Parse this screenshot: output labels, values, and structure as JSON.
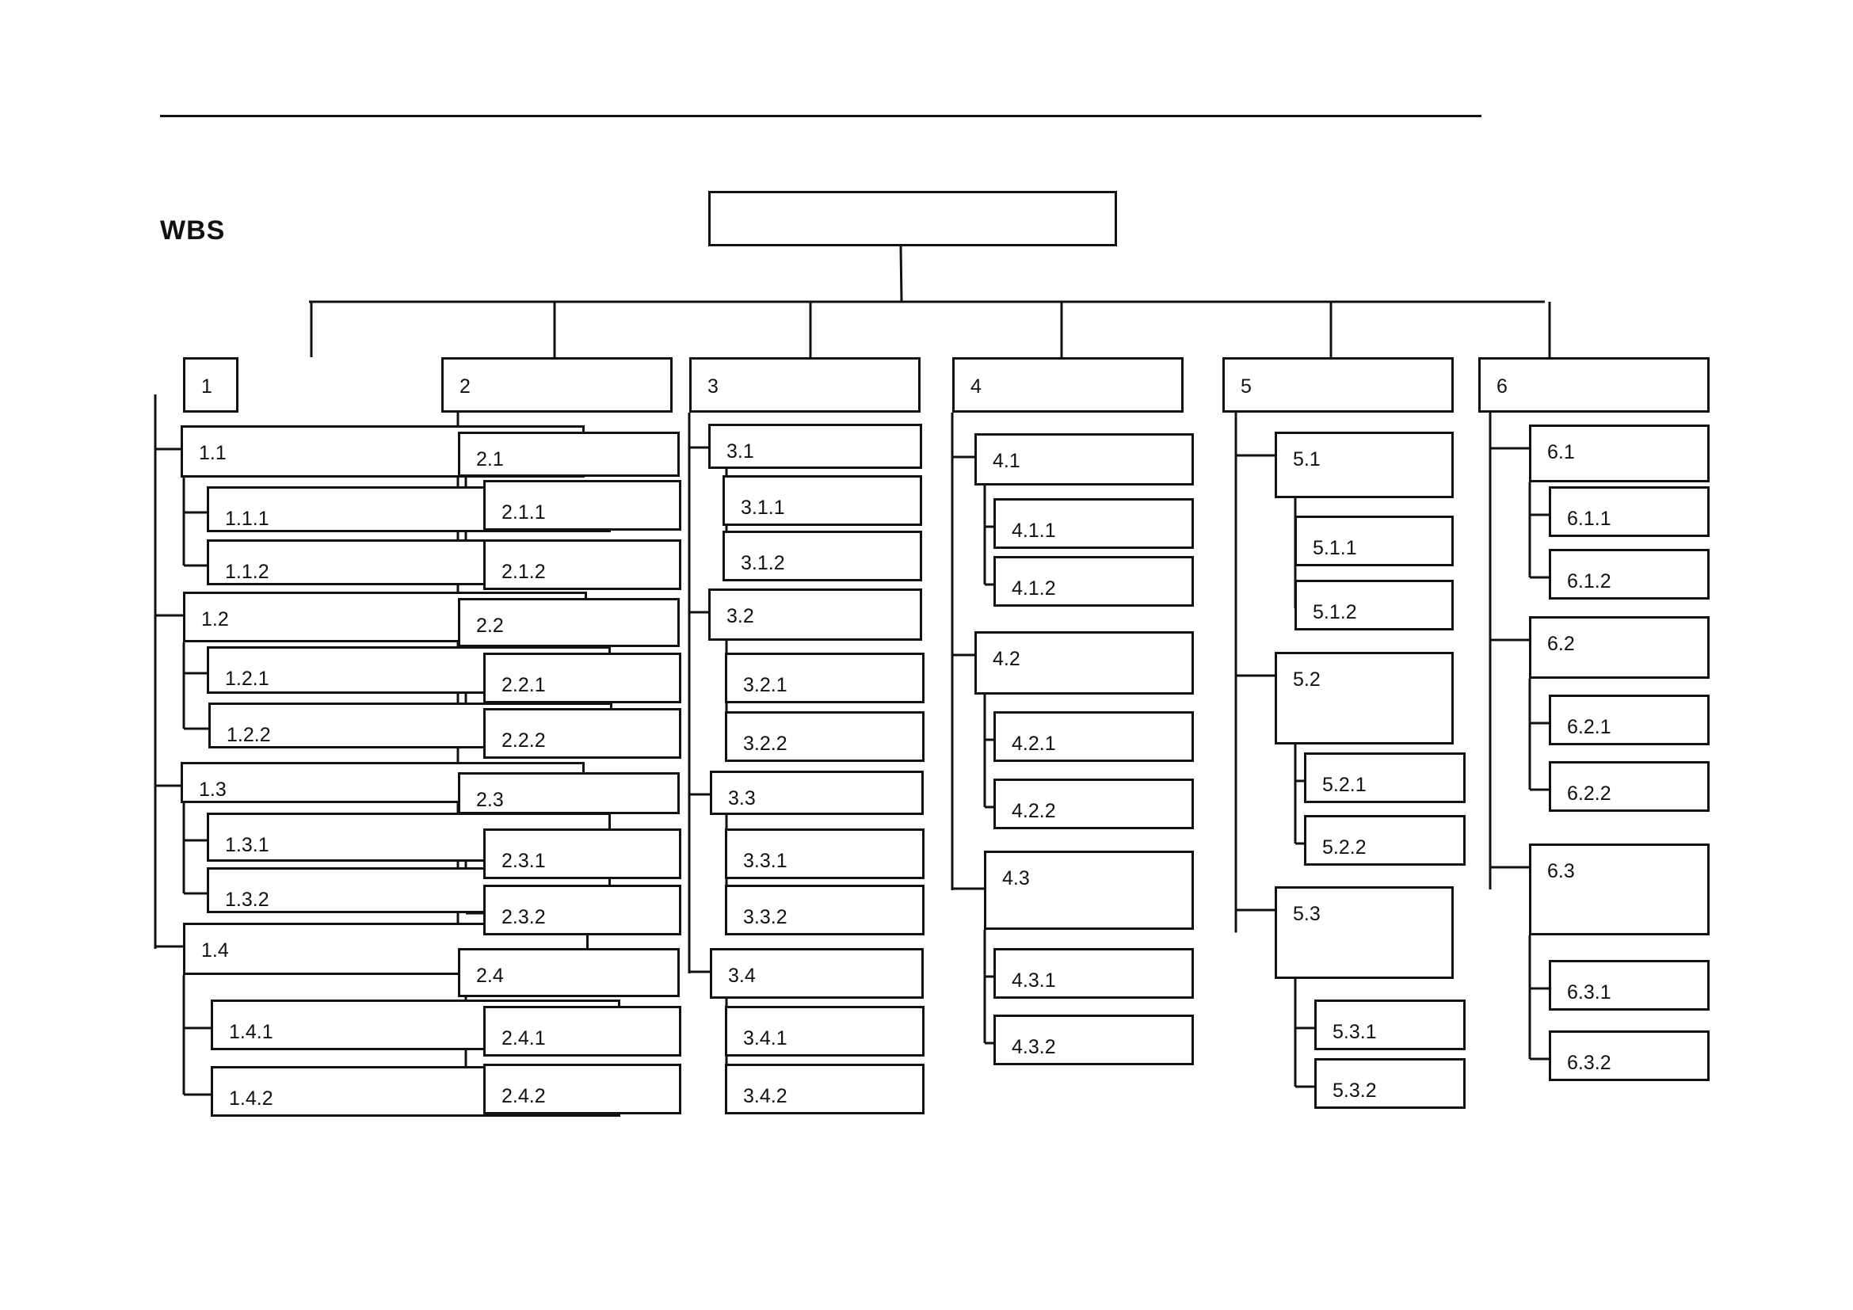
{
  "header": {
    "title": "WBS"
  },
  "root": {
    "label": ""
  },
  "columns": [
    {
      "label": "1",
      "children": [
        {
          "label": "1.1",
          "children": [
            "1.1.1",
            "1.1.2"
          ]
        },
        {
          "label": "1.2",
          "children": [
            "1.2.1",
            "1.2.2"
          ]
        },
        {
          "label": "1.3",
          "children": [
            "1.3.1",
            "1.3.2"
          ]
        },
        {
          "label": "1.4",
          "children": [
            "1.4.1",
            "1.4.2"
          ]
        }
      ]
    },
    {
      "label": "2",
      "children": [
        {
          "label": "2.1",
          "children": [
            "2.1.1",
            "2.1.2"
          ]
        },
        {
          "label": "2.2",
          "children": [
            "2.2.1",
            "2.2.2"
          ]
        },
        {
          "label": "2.3",
          "children": [
            "2.3.1",
            "2.3.2"
          ]
        },
        {
          "label": "2.4",
          "children": [
            "2.4.1",
            "2.4.2"
          ]
        }
      ]
    },
    {
      "label": "3",
      "children": [
        {
          "label": "3.1",
          "children": [
            "3.1.1",
            "3.1.2"
          ]
        },
        {
          "label": "3.2",
          "children": [
            "3.2.1",
            "3.2.2"
          ]
        },
        {
          "label": "3.3",
          "children": [
            "3.3.1",
            "3.3.2"
          ]
        },
        {
          "label": "3.4",
          "children": [
            "3.4.1",
            "3.4.2"
          ]
        }
      ]
    },
    {
      "label": "4",
      "children": [
        {
          "label": "4.1",
          "children": [
            "4.1.1",
            "4.1.2"
          ]
        },
        {
          "label": "4.2",
          "children": [
            "4.2.1",
            "4.2.2"
          ]
        },
        {
          "label": "4.3",
          "children": [
            "4.3.1",
            "4.3.2"
          ]
        }
      ]
    },
    {
      "label": "5",
      "children": [
        {
          "label": "5.1",
          "children": [
            "5.1.1",
            "5.1.2"
          ]
        },
        {
          "label": "5.2",
          "children": [
            "5.2.1",
            "5.2.2"
          ]
        },
        {
          "label": "5.3",
          "children": [
            "5.3.1",
            "5.3.2"
          ]
        }
      ]
    },
    {
      "label": "6",
      "children": [
        {
          "label": "6.1",
          "children": [
            "6.1.1",
            "6.1.2"
          ]
        },
        {
          "label": "6.2",
          "children": [
            "6.2.1",
            "6.2.2"
          ]
        },
        {
          "label": "6.3",
          "children": [
            "6.3.1",
            "6.3.2"
          ]
        }
      ]
    }
  ]
}
